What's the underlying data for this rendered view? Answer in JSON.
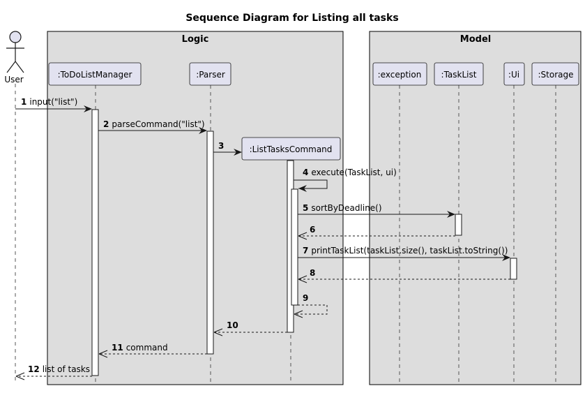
{
  "title": "Sequence Diagram for Listing all tasks",
  "boxes": {
    "logic": "Logic",
    "model": "Model"
  },
  "actor": {
    "label": "User"
  },
  "participants": {
    "todolistmanager": ":ToDoListManager",
    "parser": ":Parser",
    "listtaskscommand": ":ListTasksCommand",
    "exception": ":exception",
    "tasklist": ":TaskList",
    "ui": ":Ui",
    "storage": ":Storage"
  },
  "messages": [
    {
      "num": "1",
      "text": "input(\"list\")",
      "type": "sync"
    },
    {
      "num": "2",
      "text": "parseCommand(\"list\")",
      "type": "sync"
    },
    {
      "num": "3",
      "text": "",
      "type": "create"
    },
    {
      "num": "4",
      "text": "execute(TaskList, ui)",
      "type": "self"
    },
    {
      "num": "5",
      "text": "sortByDeadline()",
      "type": "sync"
    },
    {
      "num": "6",
      "text": "",
      "type": "return"
    },
    {
      "num": "7",
      "text": "printTaskList(taskList.size(), taskList.toString())",
      "type": "sync"
    },
    {
      "num": "8",
      "text": "",
      "type": "return"
    },
    {
      "num": "9",
      "text": "",
      "type": "self-return"
    },
    {
      "num": "10",
      "text": "",
      "type": "return"
    },
    {
      "num": "11",
      "text": "command",
      "type": "return"
    },
    {
      "num": "12",
      "text": "list of tasks",
      "type": "return"
    }
  ],
  "colors": {
    "box_fill": "#DDDDDD",
    "box_border": "#000000",
    "participant_fill": "#E2E2F0",
    "participant_border": "#181818",
    "lifeline": "#555555",
    "activation_fill": "#FFFFFF",
    "line": "#181818"
  }
}
